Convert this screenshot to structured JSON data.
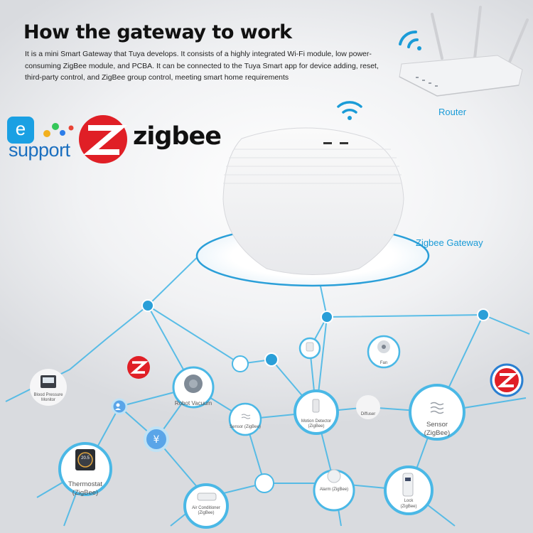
{
  "header": {
    "title": "How the gateway to work",
    "description": "It is a mini Smart Gateway that Tuya develops. It consists of a highly integrated Wi-Fi module, low power-consuming ZigBee module, and PCBA. It can be connected to the Tuya Smart app for device adding, reset, third-party control, and ZigBee group control, meeting smart home requirements"
  },
  "brands": {
    "esupport_letter": "e",
    "esupport_text": "support",
    "zigbee_text": "zigbee"
  },
  "labels": {
    "router": "Router",
    "gateway": "Zigbee Gateway"
  },
  "devices": {
    "robot_vacuum": "Robot Vacuum",
    "blood_pressure": "Blood Pressure Monitor",
    "thermostat": "Thermostat",
    "thermostat_sub": "(ZigBee)",
    "thermostat_reading": "20.5",
    "sensor_small": "Sensor (ZigBee)",
    "motion_detector": "Motion Detector (ZigBee)",
    "fan": "Fan",
    "sensor_big": "Sensor",
    "sensor_big_sub": "(ZigBee)",
    "air_conditioner": "Air Conditioner (ZigBee)",
    "alarm": "Alarm (ZigBee)",
    "lock": "Lock",
    "lock_sub": "(ZigBee)",
    "diffuser": "Diffuser"
  },
  "colors": {
    "accent": "#1a9bd7",
    "line": "#3db4e6",
    "zigbee_red": "#e01f26",
    "esupport_blue": "#1b6fbf"
  }
}
